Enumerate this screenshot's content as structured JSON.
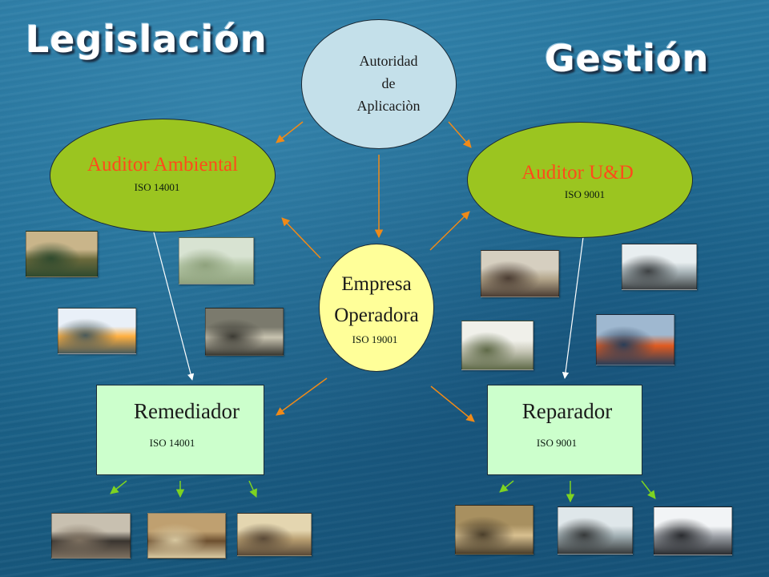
{
  "titles": {
    "left": "Legislación",
    "right": "Gestión"
  },
  "nodes": {
    "autoridad": {
      "line1": "Autoridad",
      "line2": "de",
      "line3": "Aplicaciòn"
    },
    "auditor_ambiental": {
      "label": "Auditor Ambiental",
      "iso": "ISO 14001"
    },
    "auditor_ud": {
      "label": "Auditor U&D",
      "iso": "ISO 9001"
    },
    "empresa": {
      "line1": "Empresa",
      "line2": "Operadora",
      "iso": "ISO 19001"
    },
    "remediador": {
      "label": "Remediador",
      "iso": "ISO 14001"
    },
    "reparador": {
      "label": "Reparador",
      "iso": "ISO 9001"
    }
  },
  "colors": {
    "autoridad_fill": "#c4e0ea",
    "auditor_fill": "#9bc520",
    "auditor_text": "#ff4a1a",
    "empresa_fill": "#ffff99",
    "box_fill": "#ccffcc",
    "arrow_orange": "#f08a18",
    "arrow_white": "#ffffff",
    "arrow_green": "#7ed321"
  },
  "photos": [
    {
      "name": "photo-oil-channel",
      "colors": [
        "#c9b58a",
        "#6b6a3c",
        "#2f4a2e"
      ]
    },
    {
      "name": "photo-flat-terrain",
      "colors": [
        "#d8e3d2",
        "#b4c6a6",
        "#8fa27d"
      ]
    },
    {
      "name": "photo-gas-flares",
      "colors": [
        "#e9f0f8",
        "#ffb040",
        "#4a5a5a"
      ]
    },
    {
      "name": "photo-pipe-spill",
      "colors": [
        "#7b7a6d",
        "#c8c3b0",
        "#3b3a33"
      ]
    },
    {
      "name": "photo-pump-jack",
      "colors": [
        "#d6cfc0",
        "#b3a58a",
        "#4b3d33"
      ]
    },
    {
      "name": "photo-refinery",
      "colors": [
        "#f0f0ea",
        "#c8c8b8",
        "#5f6a48"
      ]
    },
    {
      "name": "photo-pipe-outlet",
      "colors": [
        "#e8eef0",
        "#a8b4b8",
        "#3e4244"
      ]
    },
    {
      "name": "photo-offshore-rig",
      "colors": [
        "#9fb8d0",
        "#e05a20",
        "#2a3e58"
      ]
    },
    {
      "name": "photo-oiled-bird",
      "colors": [
        "#c8c0b0",
        "#3a3530",
        "#7d7060"
      ]
    },
    {
      "name": "photo-excavation",
      "colors": [
        "#bfa070",
        "#6d5030",
        "#d8c8a0"
      ]
    },
    {
      "name": "photo-desert-machine",
      "colors": [
        "#e4d6b0",
        "#b89e70",
        "#5a4a38"
      ]
    },
    {
      "name": "photo-pipe-workers",
      "colors": [
        "#a89060",
        "#d8c090",
        "#4a3e2a"
      ]
    },
    {
      "name": "photo-pipe-discharge",
      "colors": [
        "#dfe7ea",
        "#a0aeb2",
        "#36393a"
      ]
    },
    {
      "name": "photo-smoke-stacks",
      "colors": [
        "#f2f4f6",
        "#9a9ea4",
        "#2a2c30"
      ]
    }
  ]
}
